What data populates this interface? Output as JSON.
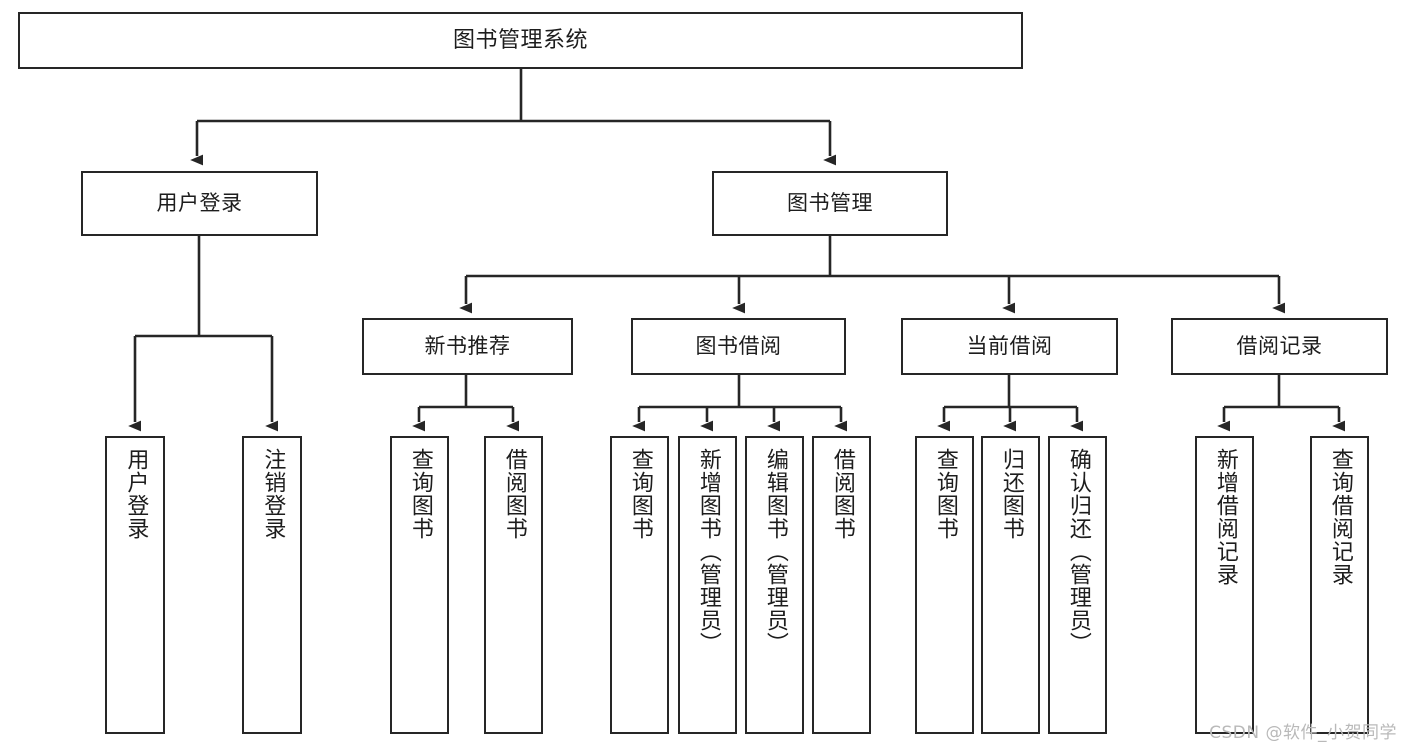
{
  "diagram": {
    "title": "图书管理系统",
    "watermark": "CSDN @软件_小贺同学",
    "line_color": "#262626",
    "box_fill": "#ffffff",
    "text_color": "#1d1d1d",
    "watermark_color": "#b9b9b9",
    "levels": {
      "level1": [
        "图书管理系统"
      ],
      "level2": [
        "用户登录",
        "图书管理"
      ],
      "level3": [
        "新书推荐",
        "图书借阅",
        "当前借阅",
        "借阅记录"
      ],
      "level4": [
        "用户登录",
        "注销登录",
        "查询图书",
        "借阅图书",
        "查询图书",
        "新增图书（管理员）",
        "编辑图书（管理员）",
        "借阅图书",
        "查询图书",
        "归还图书",
        "确认归还（管理员）",
        "新增借阅记录",
        "查询借阅记录"
      ]
    },
    "nodes": {
      "root": {
        "label": "图书管理系统"
      },
      "user_login": {
        "label": "用户登录"
      },
      "book_manage": {
        "label": "图书管理"
      },
      "new_book_rec": {
        "label": "新书推荐"
      },
      "book_borrow": {
        "label": "图书借阅"
      },
      "current_borrow": {
        "label": "当前借阅"
      },
      "borrow_record": {
        "label": "借阅记录"
      },
      "leaf_user_login": {
        "label": "用户登录"
      },
      "leaf_logout": {
        "label": "注销登录"
      },
      "leaf_query_book_1": {
        "label": "查询图书"
      },
      "leaf_borrow_book_1": {
        "label": "借阅图书"
      },
      "leaf_query_book_2": {
        "label": "查询图书"
      },
      "leaf_add_book_admin": {
        "label": "新增图书（管理员）"
      },
      "leaf_edit_book_admin": {
        "label": "编辑图书（管理员）"
      },
      "leaf_borrow_book_2": {
        "label": "借阅图书"
      },
      "leaf_query_book_3": {
        "label": "查询图书"
      },
      "leaf_return_book": {
        "label": "归还图书"
      },
      "leaf_confirm_return_admin": {
        "label": "确认归还（管理员）"
      },
      "leaf_add_borrow_record": {
        "label": "新增借阅记录"
      },
      "leaf_query_borrow_record": {
        "label": "查询借阅记录"
      }
    }
  }
}
